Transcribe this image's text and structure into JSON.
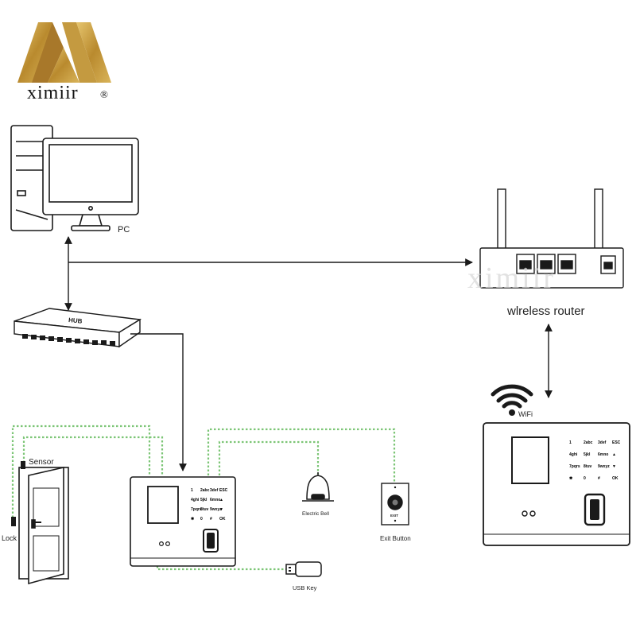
{
  "brand": {
    "name": "ximiir",
    "registered_mark": "®",
    "watermark": "ximiir",
    "logo_color": "#c9a24a"
  },
  "labels": {
    "pc": "PC",
    "hub": "HUB",
    "router": "wlreless router",
    "wifi": "WiFi",
    "sensor": "Sensor",
    "lock": "Lock",
    "electric_bell": "Electric Bell",
    "exit_button": "Exit Button",
    "exit_button_face": "EXIT",
    "usb_key": "USB Key"
  },
  "keypad": {
    "rows": [
      [
        "1",
        "2abc",
        "3def",
        "ESC"
      ],
      [
        "4ghi",
        "5jkl",
        "6mno",
        "▲"
      ],
      [
        "7pqrs",
        "8tuv",
        "9wxyz",
        "▼"
      ],
      [
        "✱",
        "0",
        "#",
        "OK"
      ]
    ]
  },
  "colors": {
    "line": "#1a1a1a",
    "dotted_wire": "#7cc576"
  }
}
